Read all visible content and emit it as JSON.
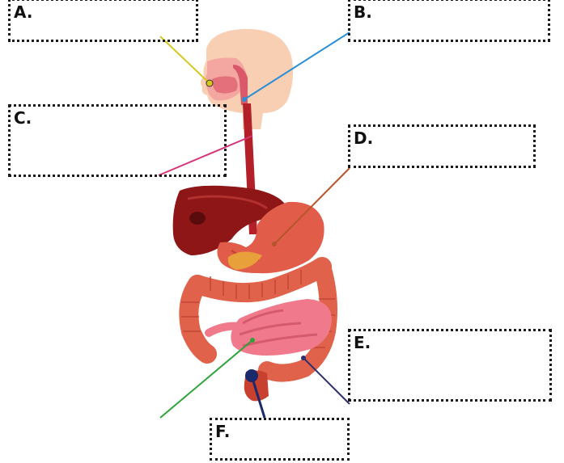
{
  "labels": [
    {
      "id": "A",
      "text": "A.",
      "color": "#d6c81f"
    },
    {
      "id": "B",
      "text": "B.",
      "color": "#2a8fd6"
    },
    {
      "id": "C",
      "text": "C.",
      "color": "#d4357a"
    },
    {
      "id": "D",
      "text": "D.",
      "color": "#b5552b"
    },
    {
      "id": "E",
      "text": "E.",
      "color": "#2d2f6e"
    },
    {
      "id": "F",
      "text": "F.",
      "color": "#1a2a6c"
    },
    {
      "id": "G",
      "text": "",
      "color": "#2ea33a"
    }
  ],
  "colors": {
    "skin": "#f5c09a",
    "mouth": "#f08a8a",
    "esophagus": "#b3202a",
    "liver": "#8e1616",
    "stomach": "#e25c4a",
    "colon": "#e0624a",
    "small_intestine": "#f07a8c",
    "rectum": "#c8402e"
  }
}
